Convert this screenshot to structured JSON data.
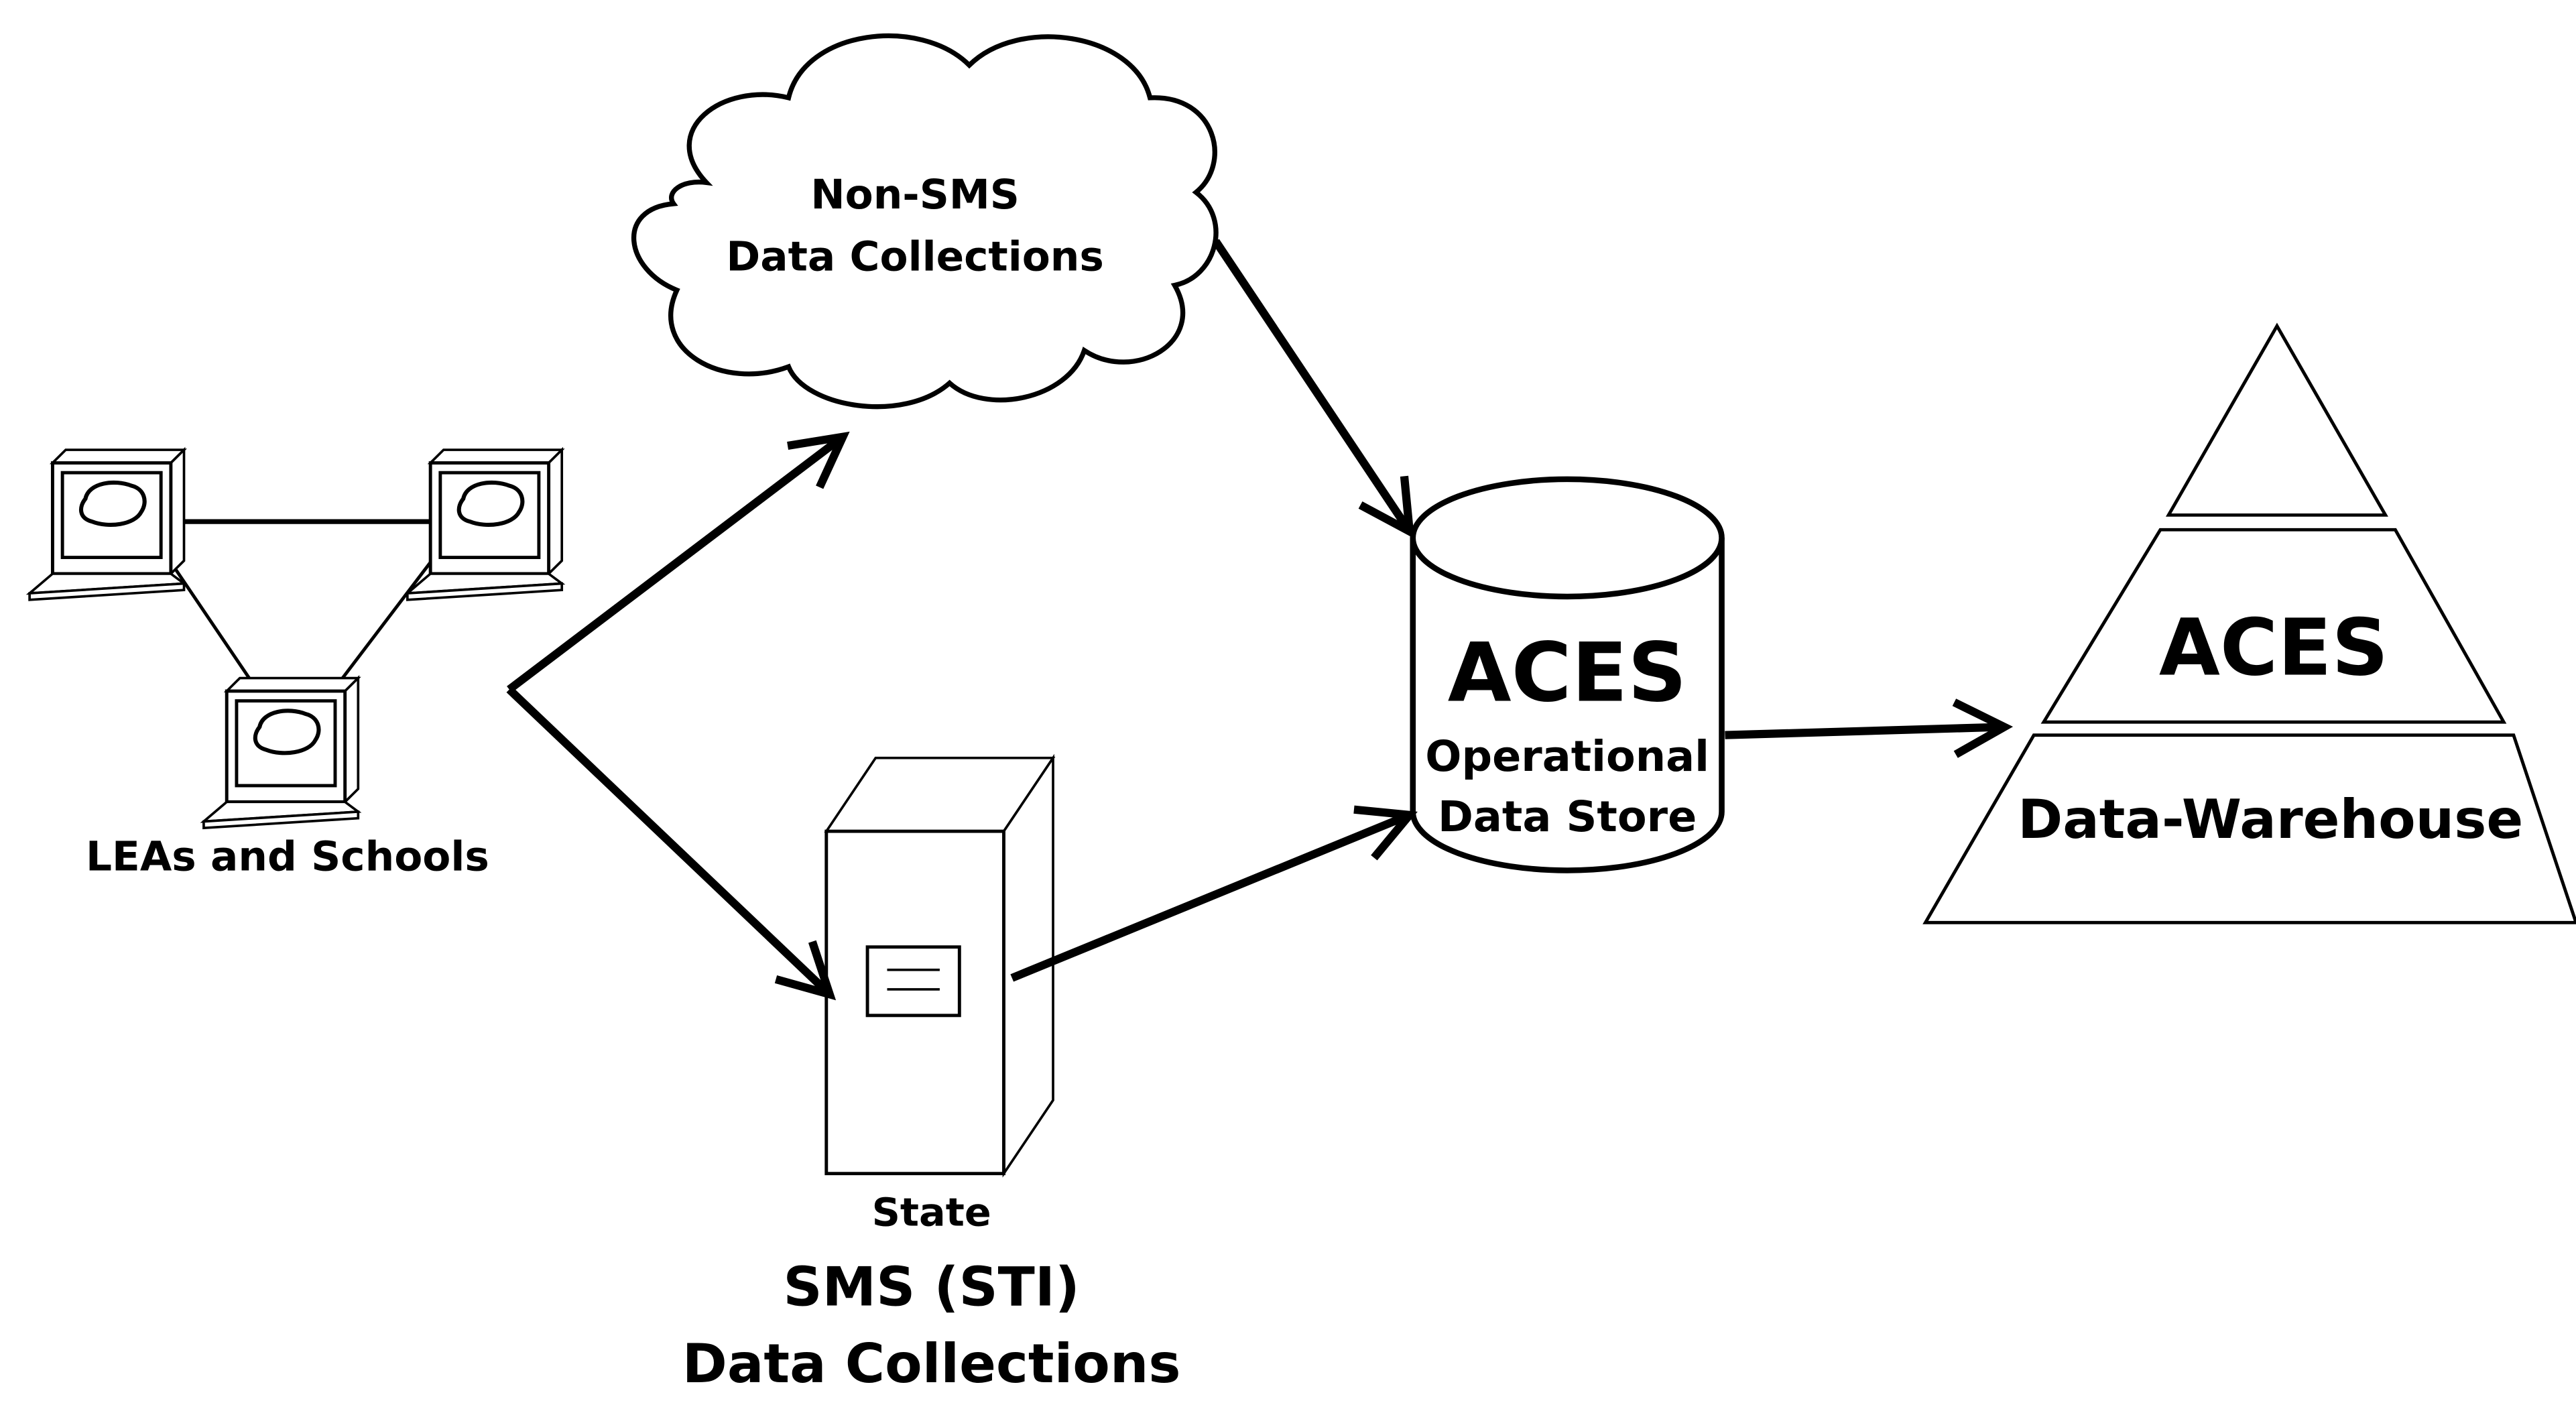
{
  "nodes": {
    "leas": {
      "label": "LEAs and Schools"
    },
    "non_sms": {
      "line1": "Non-SMS",
      "line2": "Data Collections"
    },
    "sms": {
      "line1": "State",
      "line2": "SMS (STI)",
      "line3": "Data Collections"
    },
    "ods": {
      "title": "ACES",
      "line1": "Operational",
      "line2": "Data Store"
    },
    "warehouse": {
      "title": "ACES",
      "subtitle": "Data-Warehouse"
    }
  },
  "edges": [
    {
      "from": "leas",
      "to": "non_sms"
    },
    {
      "from": "leas",
      "to": "sms"
    },
    {
      "from": "non_sms",
      "to": "ods"
    },
    {
      "from": "sms",
      "to": "ods"
    },
    {
      "from": "ods",
      "to": "warehouse"
    }
  ],
  "colors": {
    "stroke": "#000000",
    "background": "#ffffff"
  }
}
